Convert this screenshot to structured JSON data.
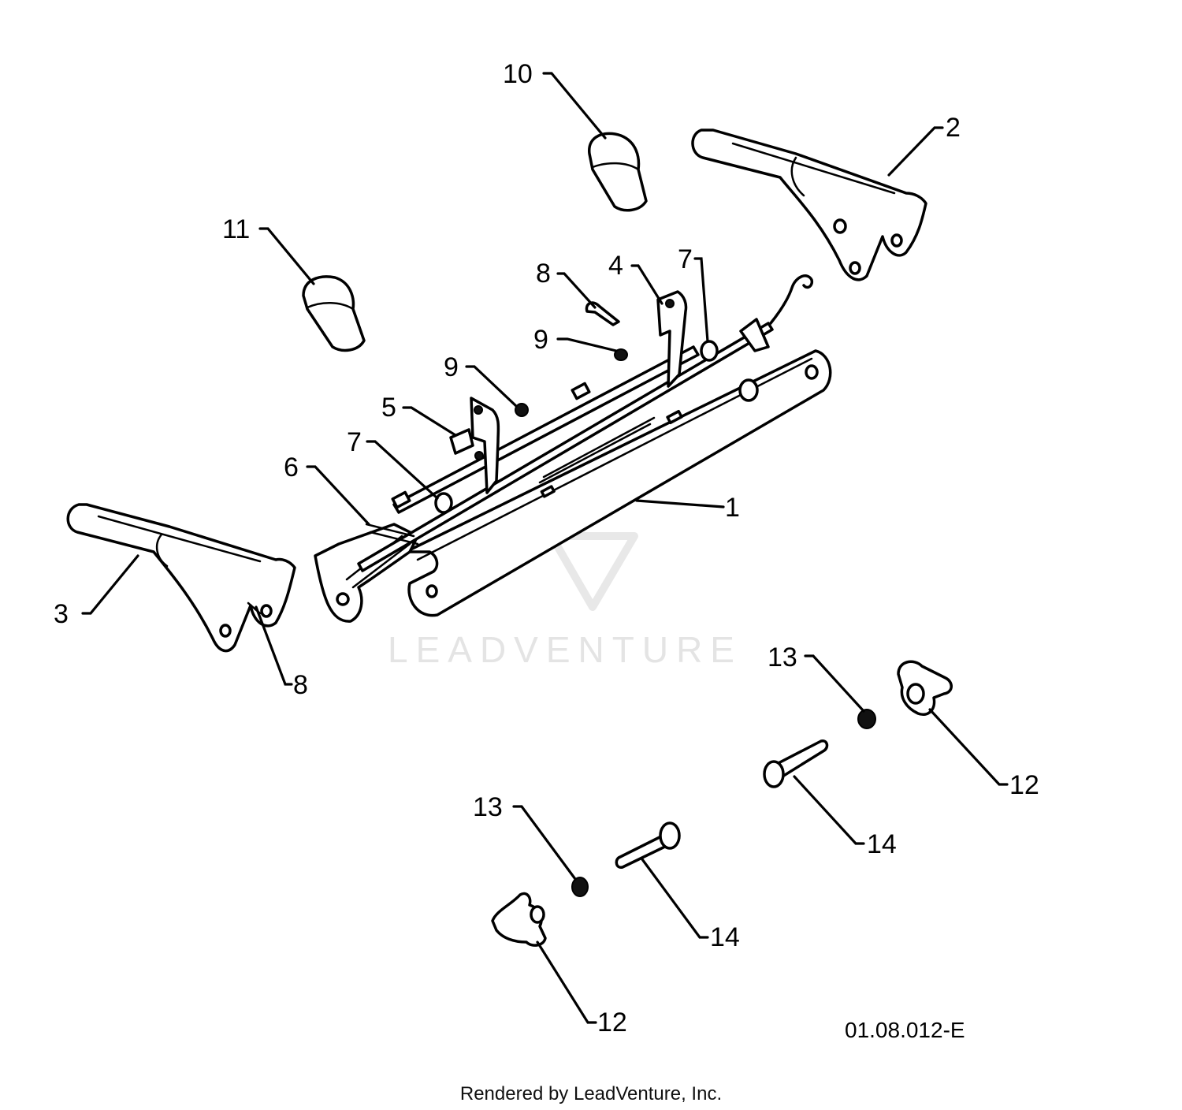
{
  "callouts": {
    "c1": "1",
    "c2": "2",
    "c3": "3",
    "c4": "4",
    "c5": "5",
    "c6": "6",
    "c7a": "7",
    "c7b": "7",
    "c8a": "8",
    "c8b": "8",
    "c9a": "9",
    "c9b": "9",
    "c10": "10",
    "c11": "11",
    "c12a": "12",
    "c12b": "12",
    "c13a": "13",
    "c13b": "13",
    "c14a": "14",
    "c14b": "14"
  },
  "figure_code": "01.08.012-E",
  "watermark": "LEADVENTURE",
  "credit": "Rendered by LeadVenture, Inc."
}
